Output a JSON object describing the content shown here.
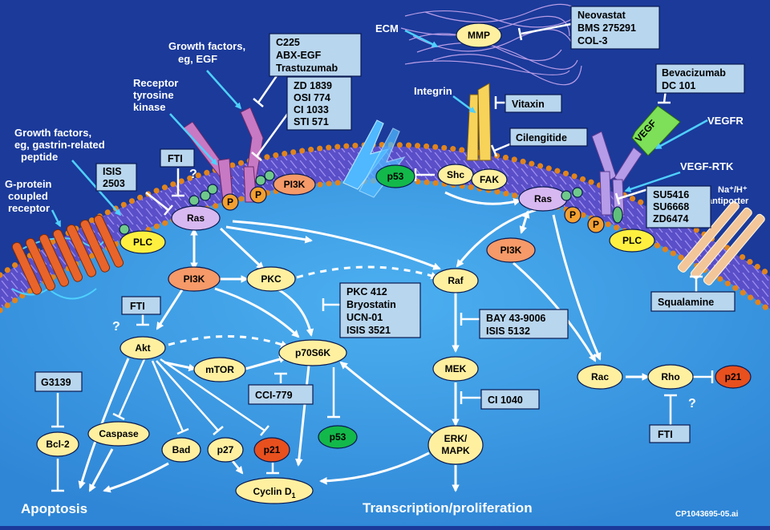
{
  "labels": {
    "ecm": "ECM",
    "gf_egf": [
      "Growth factors,",
      "eg, EGF"
    ],
    "rtk": [
      "Receptor",
      "tyrosine",
      "kinase"
    ],
    "gf_gastrin": [
      "Growth factors,",
      "eg, gastrin-related",
      "peptide"
    ],
    "gpcr": [
      "G-protein",
      "coupled",
      "receptor"
    ],
    "integrin": "Integrin",
    "vegfr": "VEGFR",
    "vegf_rtk": "VEGF-RTK",
    "na_h": [
      "Na⁺/H⁺",
      "antiporter"
    ],
    "vegf": "VEGF",
    "question": "?",
    "apoptosis": "Apoptosis",
    "transcription": "Transcription/proliferation",
    "file_id": "CP1043695-05.ai"
  },
  "nodes": {
    "mmp": "MMP",
    "ras_left": "Ras",
    "ras_right": "Ras",
    "plc_left": "PLC",
    "plc_right": "PLC",
    "pi3k_membrane_left": "PI3K",
    "pi3k_left": "PI3K",
    "pi3k_right": "PI3K",
    "pkc": "PKC",
    "akt": "Akt",
    "mtor": "mTOR",
    "p70s6k": "p70S6K",
    "raf": "Raf",
    "mek": "MEK",
    "erk": [
      "ERK/",
      "MAPK"
    ],
    "shc": "Shc",
    "fak": "FAK",
    "p53_top": "p53",
    "p53_bottom": "p53",
    "rac": "Rac",
    "rho": "Rho",
    "p21_right": "p21",
    "p21_bottom": "p21",
    "caspase": "Caspase",
    "bcl2": "Bcl-2",
    "bad": "Bad",
    "p27": "p27",
    "cyclin": "Cyclin D",
    "cyclin_sub": "1",
    "p": "P"
  },
  "drug_boxes": {
    "mmp_inhibitors": [
      "Neovastat",
      "BMS 275291",
      "COL-3"
    ],
    "egf_antibodies": [
      "C225",
      "ABX-EGF",
      "Trastuzumab"
    ],
    "tk_inhibitors": [
      "ZD 1839",
      "OSI 774",
      "CI 1033",
      "STI 571"
    ],
    "vegf_antibodies": [
      "Bevacizumab",
      "DC 101"
    ],
    "vitaxin": [
      "Vitaxin"
    ],
    "cilengitide": [
      "Cilengitide"
    ],
    "fti_top": [
      "FTI"
    ],
    "isis_2503": [
      "ISIS",
      "2503"
    ],
    "vegf_tki": [
      "SU5416",
      "SU6668",
      "ZD6474"
    ],
    "squalamine": [
      "Squalamine"
    ],
    "pkc_inhibitors": [
      "PKC 412",
      "Bryostatin",
      "UCN-01",
      "ISIS 3521"
    ],
    "raf_inhibitors": [
      "BAY 43-9006",
      "ISIS 5132"
    ],
    "fti_akt": [
      "FTI"
    ],
    "g3139": [
      "G3139"
    ],
    "cci779": [
      "CCI-779"
    ],
    "ci1040": [
      "CI 1040"
    ],
    "fti_rho": [
      "FTI"
    ]
  },
  "colors": {
    "background": "#1b3a9a",
    "cytoplasm": "#3f9fe6",
    "node_yellow": "#fff0a0",
    "node_lavender": "#d8b8f0",
    "node_orange": "#f59a68",
    "node_green": "#13b84a",
    "node_red": "#e8501e",
    "drug_box": "#b8d6ee"
  }
}
